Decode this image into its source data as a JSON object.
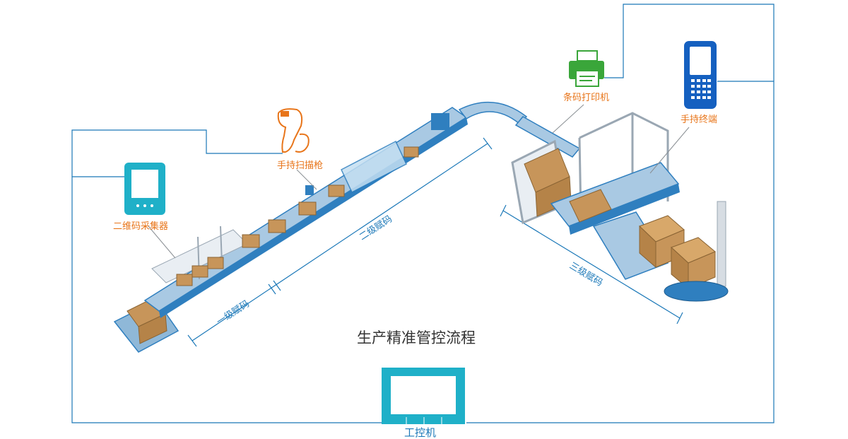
{
  "diagram": {
    "title": "生产精准管控流程",
    "devices": {
      "qr_collector": "二维码采集器",
      "handheld_scanner": "手持扫描枪",
      "barcode_printer": "条码打印机",
      "handheld_terminal": "手持终端",
      "industrial_pc": "工控机"
    },
    "stages": {
      "level1": "一级赋码",
      "level2": "二级赋码",
      "level3": "三级赋码"
    }
  },
  "colors": {
    "line": "#1b78b8",
    "accent_orange": "#e8751a",
    "device_cyan": "#1fb0c8",
    "printer_green": "#3aa63a",
    "terminal_blue": "#1560c0",
    "conveyor_blue": "#2f7fbf",
    "box_brown": "#c7955a"
  }
}
